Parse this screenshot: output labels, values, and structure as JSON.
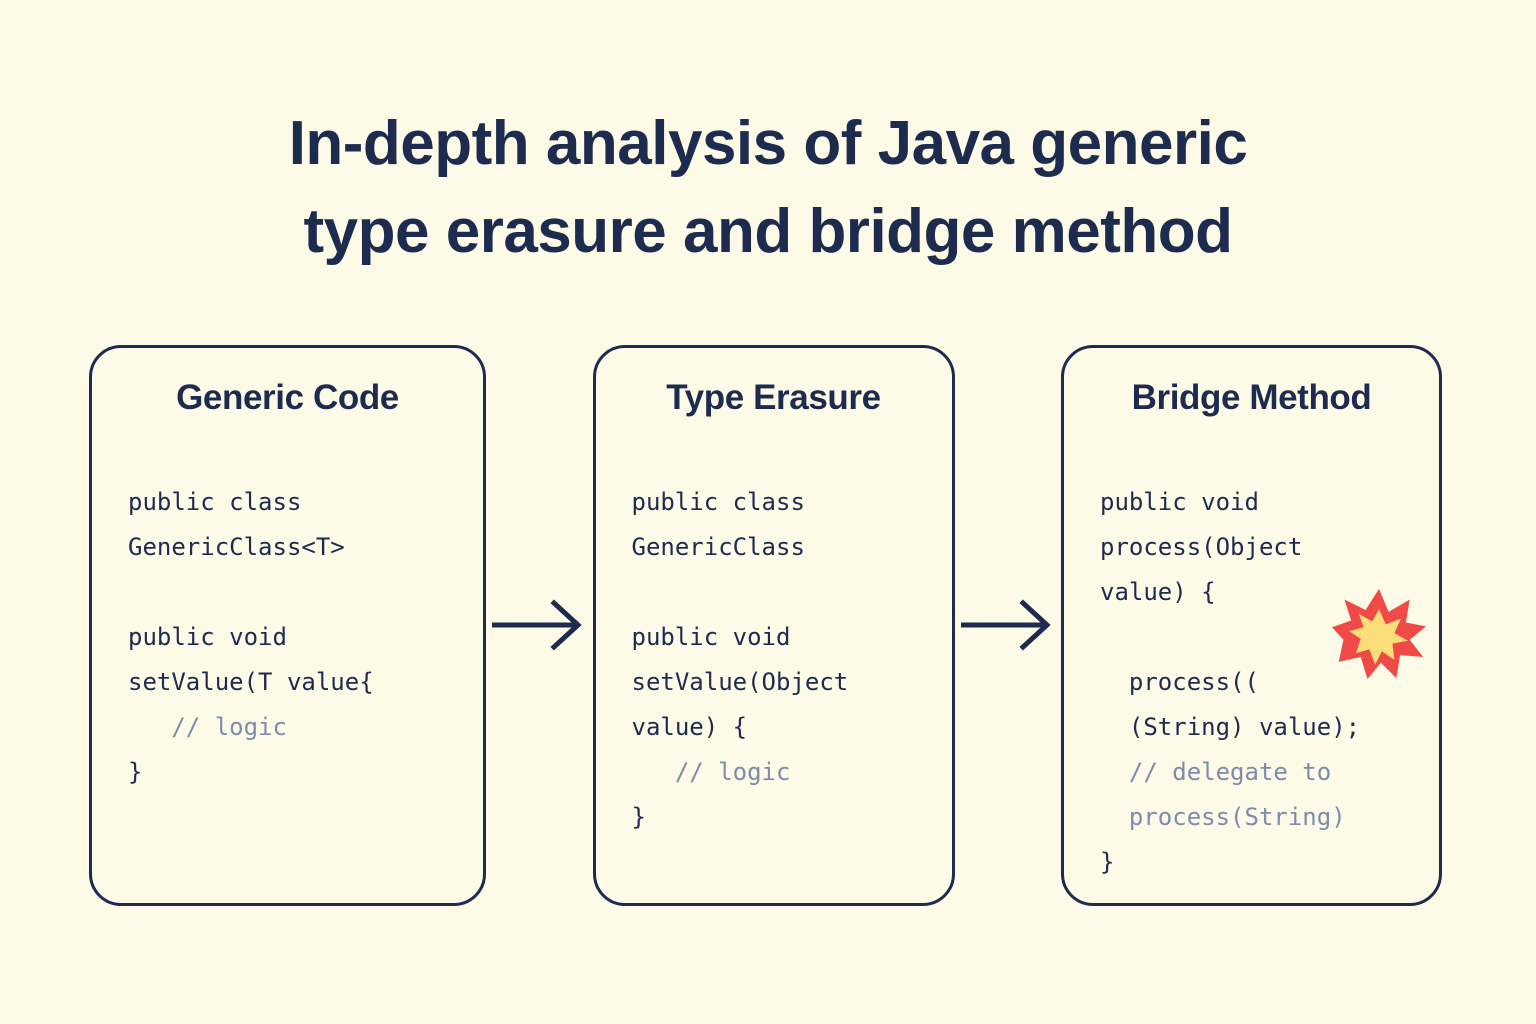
{
  "page": {
    "background_color": "#fdfbe7",
    "ink_color": "#1d2b4f",
    "comment_color": "#7d8cab",
    "title": "In-depth analysis of Java generic\ntype erasure and bridge method"
  },
  "flow": {
    "cards": [
      {
        "id": "generic-code",
        "title": "Generic Code",
        "code_lines": [
          {
            "text": "public class",
            "kind": "code"
          },
          {
            "text": "GenericClass<T>",
            "kind": "code"
          },
          {
            "text": "",
            "kind": "blank"
          },
          {
            "text": "public void",
            "kind": "code"
          },
          {
            "text": "setValue(T value{",
            "kind": "code"
          },
          {
            "text": "   // logic",
            "kind": "comment"
          },
          {
            "text": "}",
            "kind": "code"
          }
        ]
      },
      {
        "id": "type-erasure",
        "title": "Type Erasure",
        "code_lines": [
          {
            "text": "public class",
            "kind": "code"
          },
          {
            "text": "GenericClass",
            "kind": "code"
          },
          {
            "text": "",
            "kind": "blank"
          },
          {
            "text": "public void",
            "kind": "code"
          },
          {
            "text": "setValue(Object",
            "kind": "code"
          },
          {
            "text": "value) {",
            "kind": "code"
          },
          {
            "text": "   // logic",
            "kind": "comment"
          },
          {
            "text": "}",
            "kind": "code"
          }
        ]
      },
      {
        "id": "bridge-method",
        "title": "Bridge Method",
        "code_lines": [
          {
            "text": "public void",
            "kind": "code"
          },
          {
            "text": "process(Object",
            "kind": "code"
          },
          {
            "text": "value) {",
            "kind": "code"
          },
          {
            "text": "",
            "kind": "blank"
          },
          {
            "text": "  process((",
            "kind": "code"
          },
          {
            "text": "  (String) value);",
            "kind": "code"
          },
          {
            "text": "  // delegate to",
            "kind": "comment"
          },
          {
            "text": "  process(String)",
            "kind": "comment"
          },
          {
            "text": "}",
            "kind": "code"
          }
        ],
        "badge_icon": "collision-icon",
        "badge_colors": {
          "outer": "#f04a47",
          "inner": "#fbdd7a"
        }
      }
    ],
    "connectors": [
      {
        "id": "arrow-1",
        "icon": "arrow-right-icon"
      },
      {
        "id": "arrow-2",
        "icon": "arrow-right-icon"
      }
    ]
  }
}
